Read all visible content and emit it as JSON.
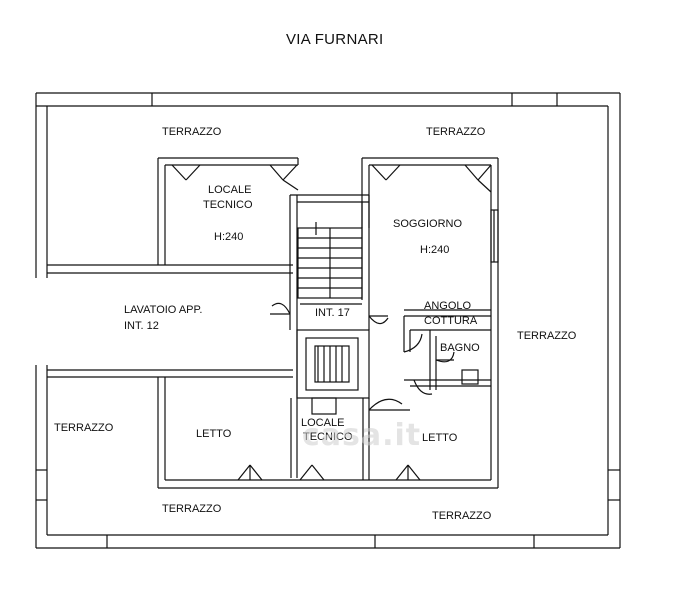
{
  "street_name": "VIA FURNARI",
  "watermark_text": "casa.it",
  "colors": {
    "wall": "#111111",
    "background": "#ffffff",
    "watermark": "#cdcdcd"
  },
  "labels": {
    "terrazzo": "TERRAZZO",
    "locale_tecnico_line1": "LOCALE",
    "locale_tecnico_line2": "TECNICO",
    "height_240": "H:240",
    "soggiorno": "SOGGIORNO",
    "angolo_line1": "ANGOLO",
    "angolo_line2": "COTTURA",
    "bagno": "BAGNO",
    "int17": "INT. 17",
    "lavatoio_line1": "LAVATOIO APP.",
    "lavatoio_line2": "INT. 12",
    "letto": "LETTO"
  }
}
